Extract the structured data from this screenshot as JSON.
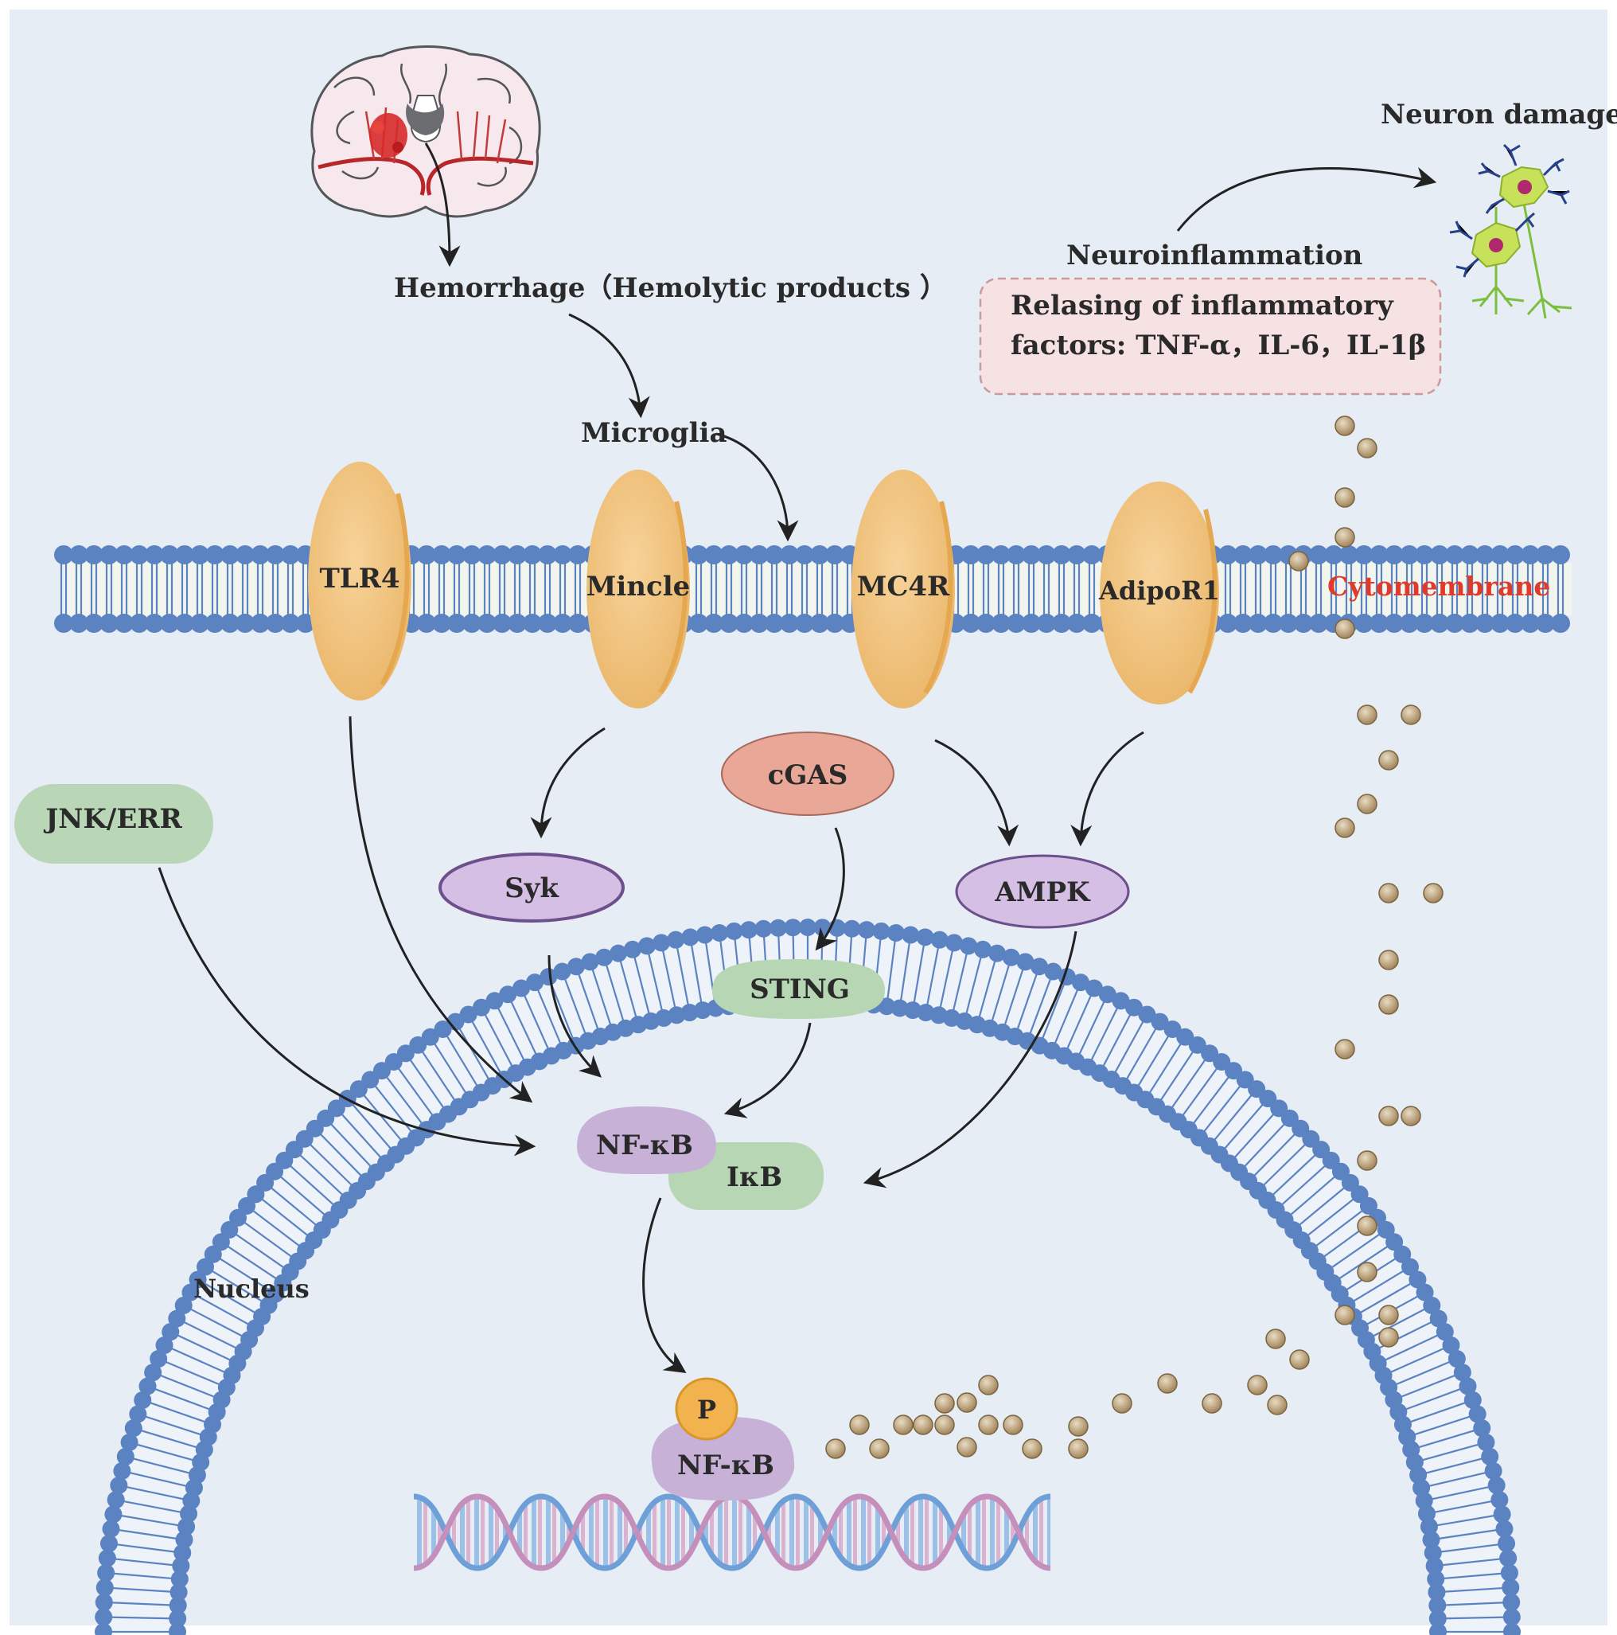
{
  "labels": {
    "hemorrhage": "Hemorrhage（Hemolytic products ）",
    "microglia": "Microglia",
    "neuroinflammation": "Neuroinflammation",
    "releasing_line1": "Relasing of inflammatory",
    "releasing_line2": "factors: TNF-α，IL-6，IL-1β",
    "neuron_damage": "Neuron damage",
    "cytomembrane": "Cytomembrane",
    "nucleus": "Nucleus"
  },
  "receptors": [
    "TLR4",
    "Mincle",
    "MC4R",
    "AdipoR1"
  ],
  "nodes": {
    "jnk": "JNK/ERR",
    "syk": "Syk",
    "cgas": "cGAS",
    "sting": "STING",
    "ampk": "AMPK",
    "nfkb": "NF-κB",
    "ikb": "IκB",
    "p": "P",
    "nfkb_nuclear": "NF-κB"
  },
  "colors": {
    "background": "#e6edf5",
    "membrane_head": "#5b82c1",
    "membrane_tail": "#f1f5ee",
    "receptor": "#f1c27c",
    "purple_node": "#d1bbe0",
    "green_node": "#b7d6b4",
    "cgas_node": "#e7a896",
    "cytomembrane_text": "#e03a2b",
    "particle": "#b29468",
    "phosphate": "#f0b24c"
  }
}
